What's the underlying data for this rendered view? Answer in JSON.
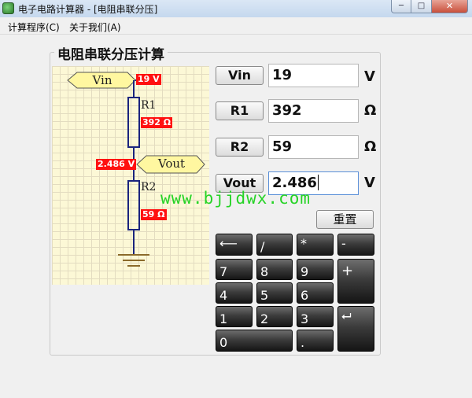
{
  "window": {
    "title": "电子电路计算器 - [电阻串联分压]",
    "minimize": "─",
    "maximize": "□",
    "close": "✕"
  },
  "menu": [
    "计算程序(C)",
    "关于我们(A)"
  ],
  "panel_title": "电阻串联分压计算",
  "circuit": {
    "vin_tag": "Vin",
    "vin_value": "19 V",
    "r1_name": "R1",
    "r1_value": "392 Ω",
    "vout_value": "2.486 V",
    "vout_tag": "Vout",
    "r2_name": "R2",
    "r2_value": "59 Ω"
  },
  "fields": [
    {
      "label": "Vin",
      "value": "19",
      "unit": "V"
    },
    {
      "label": "R1",
      "value": "392",
      "unit": "Ω"
    },
    {
      "label": "R2",
      "value": "59",
      "unit": "Ω"
    },
    {
      "label": "Vout",
      "value": "2.486",
      "unit": "V"
    }
  ],
  "watermark": "www.bjjdwx.com",
  "reset_label": "重置",
  "keypad": {
    "backspace": "⟵",
    "divide": "/",
    "multiply": "*",
    "minus": "-",
    "k7": "7",
    "k8": "8",
    "k9": "9",
    "plus": "+",
    "k4": "4",
    "k5": "5",
    "k6": "6",
    "k1": "1",
    "k2": "2",
    "k3": "3",
    "enter": "⮠",
    "k0": "0",
    "dot": "."
  }
}
